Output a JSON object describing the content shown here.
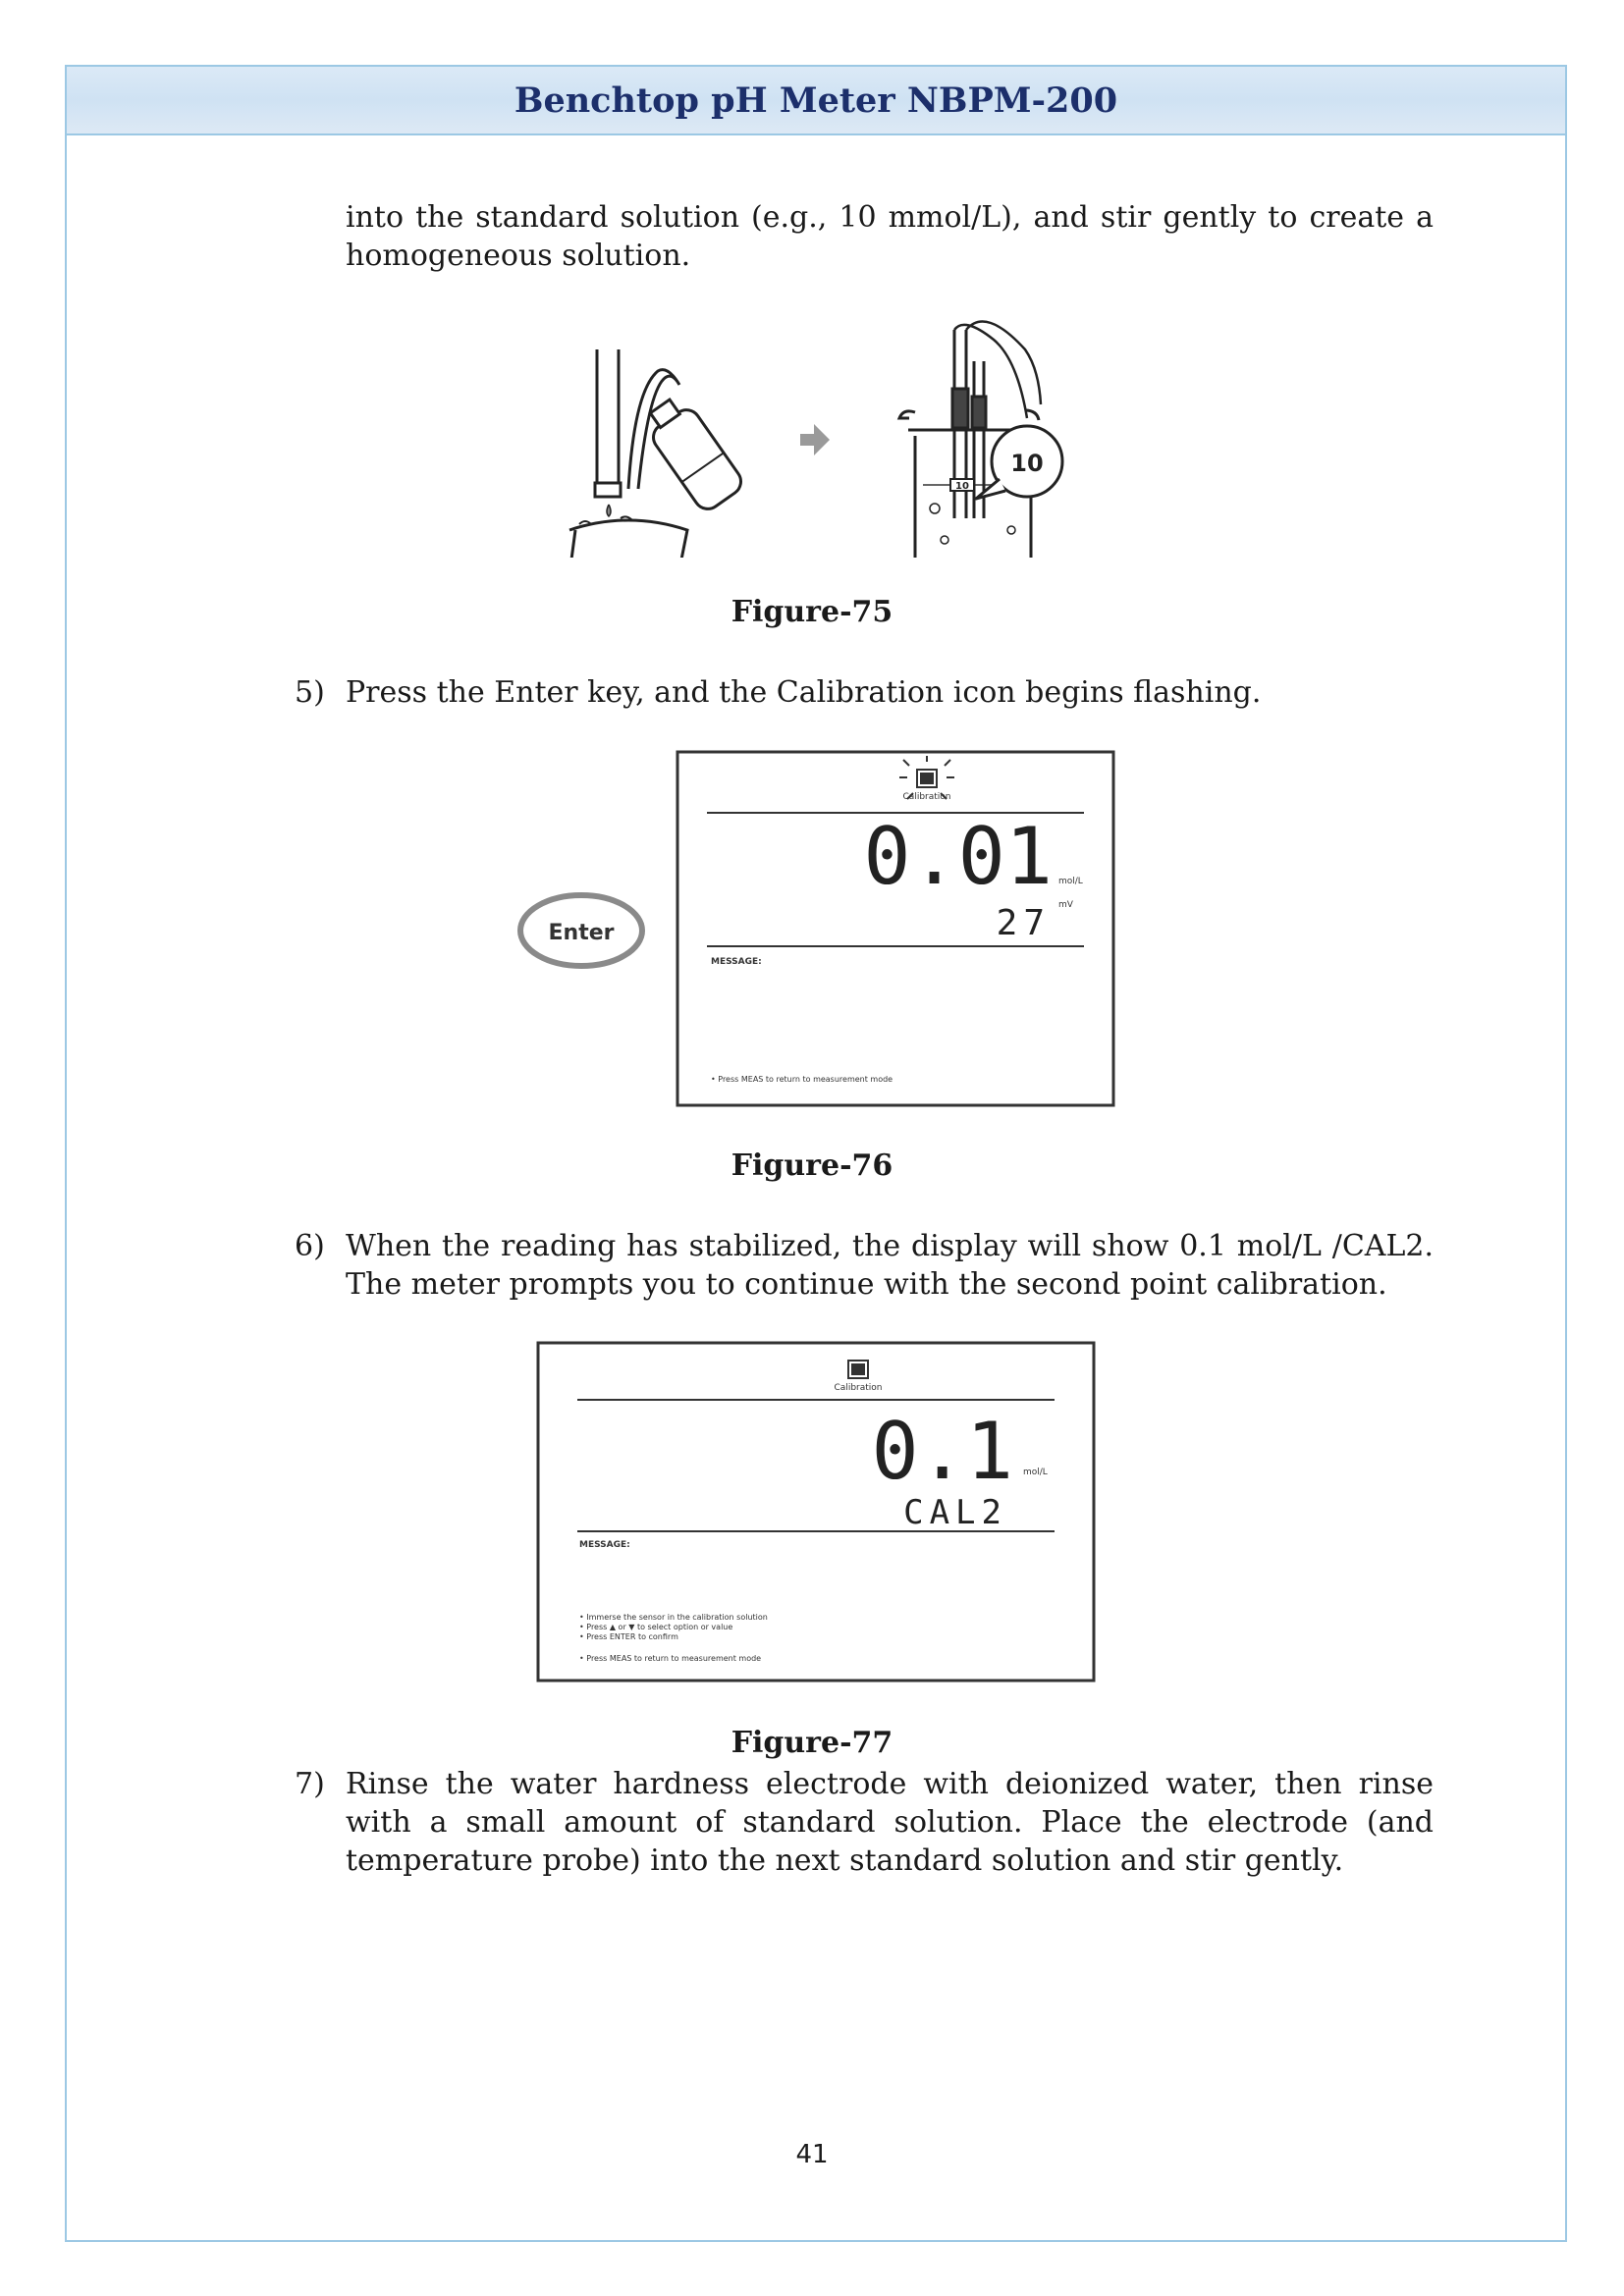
{
  "header": {
    "title": "Benchtop pH Meter NBPM-200"
  },
  "paragraphs": {
    "p_intro": "into the standard solution (e.g., 10 mmol/L), and stir gently to create a homogeneous solution.",
    "step5_num": "5)",
    "step5": "Press the Enter key, and the Calibration icon begins flashing.",
    "step6_num": "6)",
    "step6": "When the reading has stabilized, the display will show 0.1 mol/L /CAL2. The meter prompts you to continue with the second point calibration.",
    "step7_num": "7)",
    "step7": "Rinse the water hardness electrode with deionized water, then rinse with a small amount of standard solution. Place the electrode (and temperature probe) into the next standard solution and stir gently."
  },
  "figures": {
    "fig75": {
      "caption": "Figure-75",
      "bubble_value": "10",
      "beaker_label": "10"
    },
    "fig76": {
      "caption": "Figure-76",
      "enter_label": "Enter",
      "calibration_label": "Calibration",
      "main_value": "0.01",
      "unit_main": "mol/L",
      "unit_sub": "mV",
      "sub_value": "27",
      "message_label": "MESSAGE:",
      "message_lines": [
        "• Press MEAS to return to measurement mode"
      ]
    },
    "fig77": {
      "caption": "Figure-77",
      "calibration_label": "Calibration",
      "main_value": "0.1",
      "unit_main": "mol/L",
      "sub_value": "CAL2",
      "message_label": "MESSAGE:",
      "message_lines": [
        "• Immerse the sensor in the calibration solution",
        "• Press ▲ or ▼ to select option or value",
        "• Press ENTER to confirm",
        "• Press MEAS to return to measurement mode"
      ]
    }
  },
  "footer": {
    "page_number": "41"
  }
}
